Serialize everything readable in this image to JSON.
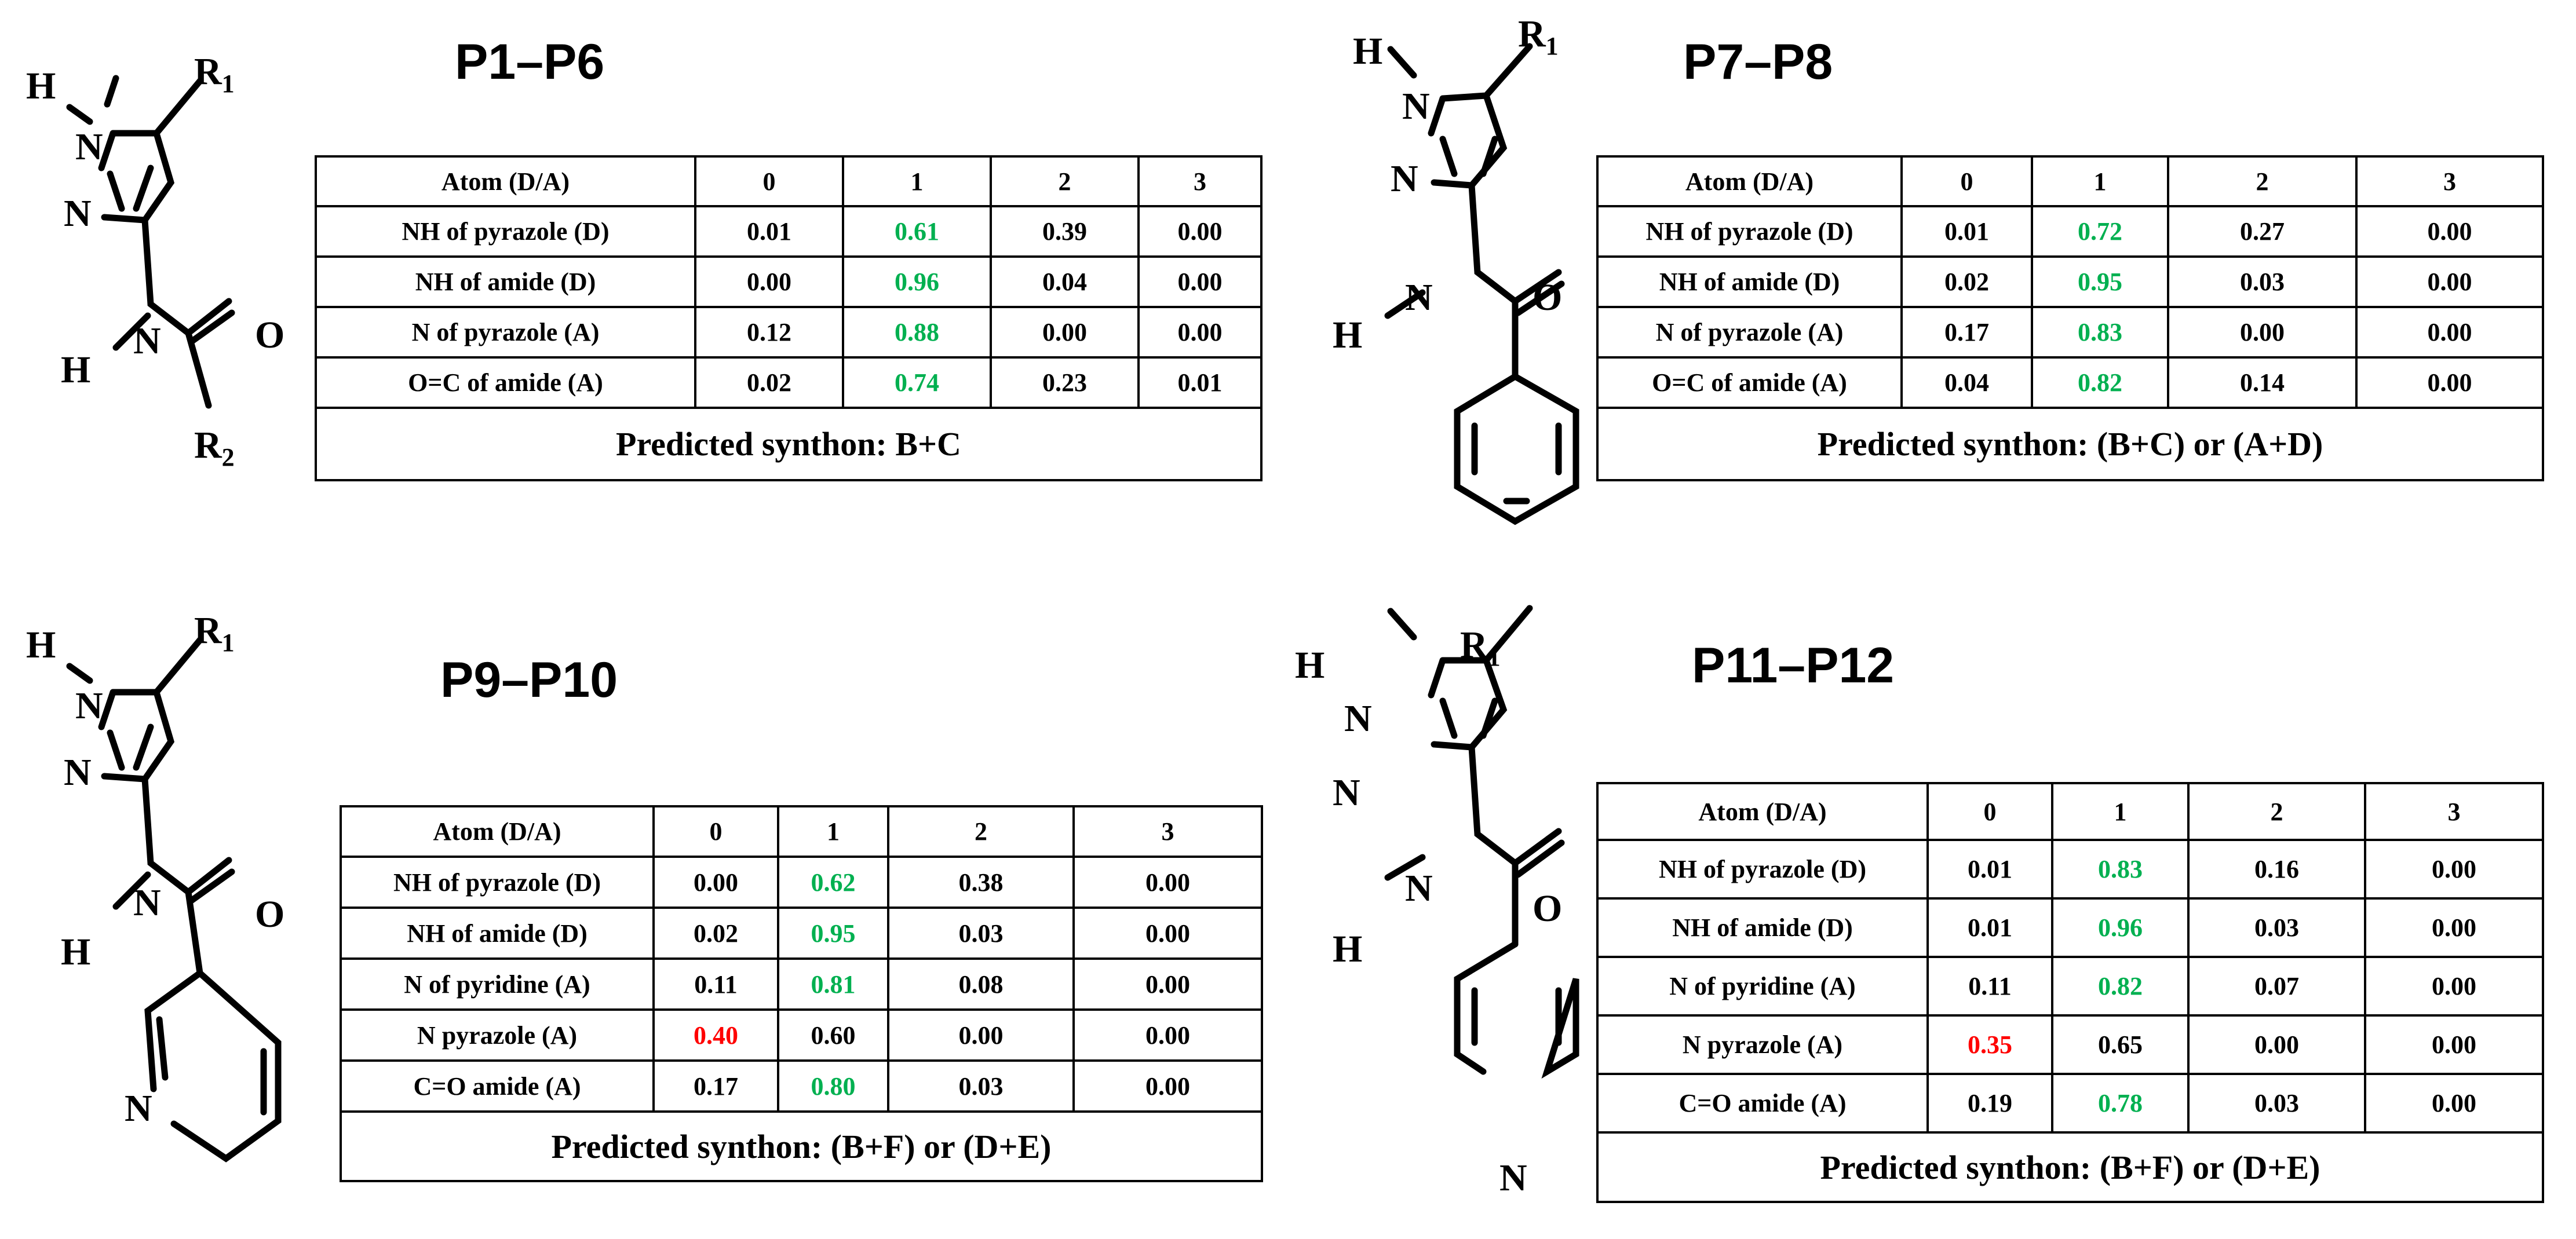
{
  "panels": [
    {
      "title": "P1–P6",
      "headers": [
        "Atom (D/A)",
        "0",
        "1",
        "2",
        "3"
      ],
      "rows": [
        {
          "label": "NH of pyrazole (D)",
          "values": [
            "0.01",
            "0.61",
            "0.39",
            "0.00"
          ]
        },
        {
          "label": "NH of amide (D)",
          "values": [
            "0.00",
            "0.96",
            "0.04",
            "0.00"
          ]
        },
        {
          "label": "N of pyrazole (A)",
          "values": [
            "0.12",
            "0.88",
            "0.00",
            "0.00"
          ]
        },
        {
          "label": "O=C of amide (A)",
          "values": [
            "0.02",
            "0.74",
            "0.23",
            "0.01"
          ]
        }
      ],
      "synthon": "Predicted synthon: B+C",
      "molecule": {
        "h_pyrazole": "H",
        "n1": "N",
        "n2": "N",
        "h_amide": "H",
        "n_amide": "N",
        "o": "O",
        "r1": "R",
        "r1_sub": "1",
        "r2": "R",
        "r2_sub": "2"
      }
    },
    {
      "title": "P7–P8",
      "headers": [
        "Atom (D/A)",
        "0",
        "1",
        "2",
        "3"
      ],
      "rows": [
        {
          "label": "NH of pyrazole (D)",
          "values": [
            "0.01",
            "0.72",
            "0.27",
            "0.00"
          ]
        },
        {
          "label": "NH of amide (D)",
          "values": [
            "0.02",
            "0.95",
            "0.03",
            "0.00"
          ]
        },
        {
          "label": "N of pyrazole (A)",
          "values": [
            "0.17",
            "0.83",
            "0.00",
            "0.00"
          ]
        },
        {
          "label": "O=C of amide (A)",
          "values": [
            "0.04",
            "0.82",
            "0.14",
            "0.00"
          ]
        }
      ],
      "synthon": "Predicted synthon: (B+C) or (A+D)",
      "molecule": {
        "h_pyrazole": "H",
        "n1": "N",
        "n2": "N",
        "h_amide": "H",
        "n_amide": "N",
        "o": "O",
        "r1": "R",
        "r1_sub": "1"
      }
    },
    {
      "title": "P9–P10",
      "headers": [
        "Atom (D/A)",
        "0",
        "1",
        "2",
        "3"
      ],
      "rows": [
        {
          "label": "NH of pyrazole (D)",
          "values": [
            "0.00",
            "0.62",
            "0.38",
            "0.00"
          ]
        },
        {
          "label": "NH of amide (D)",
          "values": [
            "0.02",
            "0.95",
            "0.03",
            "0.00"
          ]
        },
        {
          "label": "N of pyridine (A)",
          "values": [
            "0.11",
            "0.81",
            "0.08",
            "0.00"
          ]
        },
        {
          "label": "N pyrazole (A)",
          "values": [
            "0.40",
            "0.60",
            "0.00",
            "0.00"
          ]
        },
        {
          "label": "C=O amide (A)",
          "values": [
            "0.17",
            "0.80",
            "0.03",
            "0.00"
          ]
        }
      ],
      "synthon": "Predicted synthon: (B+F) or (D+E)",
      "molecule": {
        "h_pyrazole": "H",
        "n1": "N",
        "n2": "N",
        "h_amide": "H",
        "n_amide": "N",
        "o": "O",
        "r1": "R",
        "r1_sub": "1",
        "n_pyridine": "N"
      }
    },
    {
      "title": "P11–P12",
      "headers": [
        "Atom (D/A)",
        "0",
        "1",
        "2",
        "3"
      ],
      "rows": [
        {
          "label": "NH of pyrazole (D)",
          "values": [
            "0.01",
            "0.83",
            "0.16",
            "0.00"
          ]
        },
        {
          "label": "NH of amide (D)",
          "values": [
            "0.01",
            "0.96",
            "0.03",
            "0.00"
          ]
        },
        {
          "label": "N of pyridine (A)",
          "values": [
            "0.11",
            "0.82",
            "0.07",
            "0.00"
          ]
        },
        {
          "label": "N pyrazole (A)",
          "values": [
            "0.35",
            "0.65",
            "0.00",
            "0.00"
          ]
        },
        {
          "label": "C=O amide (A)",
          "values": [
            "0.19",
            "0.78",
            "0.03",
            "0.00"
          ]
        }
      ],
      "synthon": "Predicted synthon: (B+F) or (D+E)",
      "molecule": {
        "h_pyrazole": "H",
        "n1": "N",
        "n2": "N",
        "h_amide": "H",
        "n_amide": "N",
        "o": "O",
        "r1": "R",
        "r1_sub": "1",
        "n_pyridine": "N"
      }
    }
  ],
  "colors": {
    "highlight_high": "#00b050",
    "highlight_low": "#ff0000",
    "text": "#000000"
  }
}
